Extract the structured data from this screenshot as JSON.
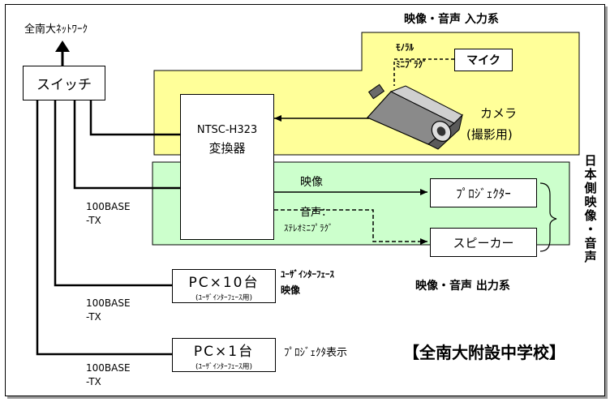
{
  "network_label": "全南大ﾈｯﾄﾜｰｸ",
  "switch_label": "スイッチ",
  "input_zone_title": "映像・音声 入力系",
  "output_zone_title": "映像・音声 出力系",
  "side_title": "日本側映像・音声",
  "codec": {
    "line1": "NTSC-H323",
    "line2": "変換器"
  },
  "mic": {
    "label": "マイク",
    "cable_line1": "ﾓﾉﾗﾙ",
    "cable_line2": "ﾐﾆﾌﾟﾗｸﾞ"
  },
  "camera": {
    "line1": "カメラ",
    "line2": "(撮影用)"
  },
  "video_link_label": "映像",
  "audio_link_line1": "音声：",
  "audio_link_line2": "ｽﾃﾚｵﾐﾆﾌﾟﾗｸﾞ",
  "projector_label": "ﾌﾟﾛｼﾞｪｸﾀｰ",
  "speaker_label": "スピーカー",
  "pc10": {
    "line1": "PC×10台",
    "line2": "(ﾕｰｻﾞｲﾝﾀｰﾌｪｰｽ用)",
    "note_line1": "ﾕｰｻﾞｲﾝﾀｰﾌｪｰｽ",
    "note_line2": "映像"
  },
  "pc1": {
    "line1": "PC×1台",
    "line2": "(ﾕｰｻﾞｲﾝﾀｰﾌｪｰｽ用)",
    "note": "ﾌﾟﾛｼﾞｪｸﾀ表示"
  },
  "link_labels": [
    {
      "line1": "100BASE",
      "line2": "-TX"
    },
    {
      "line1": "100BASE",
      "line2": "-TX"
    },
    {
      "line1": "100BASE",
      "line2": "-TX"
    }
  ],
  "school_label": "【全南大附設中学校】"
}
